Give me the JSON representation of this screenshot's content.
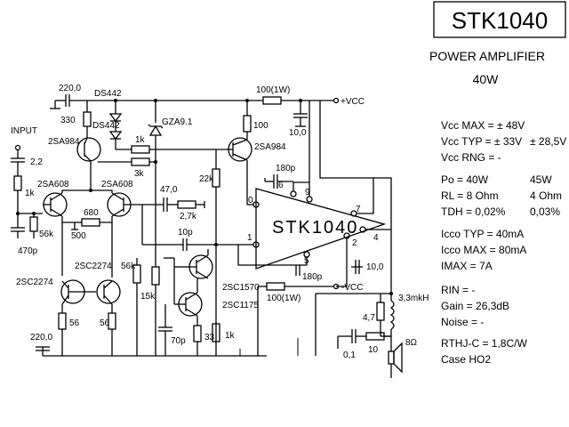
{
  "header": {
    "title": "STK1040",
    "subtitle": "POWER AMPLIFIER",
    "power": "40W"
  },
  "chip": {
    "name": "STK1040",
    "pins": [
      "0",
      "6",
      "9",
      "7",
      "4",
      "2",
      "5",
      "1"
    ]
  },
  "specs": [
    {
      "label": "Vcc MAX = ± 48V",
      "alt": ""
    },
    {
      "label": "Vcc TYP = ± 33V",
      "alt": "± 28,5V"
    },
    {
      "label": "Vcc RNG =  -",
      "alt": ""
    },
    {
      "label": "Po  =  40W",
      "alt": "45W"
    },
    {
      "label": "RL  =  8 Ohm",
      "alt": "4 Ohm"
    },
    {
      "label": "TDH = 0,02%",
      "alt": "0,03%"
    },
    {
      "label": "Icco TYP = 40mA",
      "alt": ""
    },
    {
      "label": "Icco MAX = 80mA",
      "alt": ""
    },
    {
      "label": "IMAX  =   7A",
      "alt": ""
    },
    {
      "label": "RIN  =  -",
      "alt": ""
    },
    {
      "label": "Gain  = 26,3dB",
      "alt": ""
    },
    {
      "label": "Noise =  -",
      "alt": ""
    },
    {
      "label": "RTHJ-C = 1,8C/W",
      "alt": ""
    },
    {
      "label": "Case   HO2",
      "alt": ""
    }
  ],
  "labels": {
    "input": "INPUT",
    "c220_top": "220,0",
    "r330": "330",
    "ds442_a": "DS442",
    "ds442_b": "DS442",
    "gza": "GZA9.1",
    "r1k_top": "1k",
    "r3k": "3k",
    "q_2sa984_l": "2SA984",
    "q_2sa984_r": "2SA984",
    "r100_1w_top": "100(1W)",
    "vcc_pos": "+VCC",
    "c10_top": "10,0",
    "r100": "100",
    "c180p_top": "180p",
    "r22k": "22k",
    "c2_2": "2,2",
    "r1k_in": "1k",
    "q_2sa608_l": "2SA608",
    "q_2sa608_r": "2SA608",
    "c47": "47,0",
    "r2_7k": "2,7k",
    "r680": "680",
    "r56k_in": "56k",
    "r500": "500",
    "c470p": "470p",
    "c10p": "10p",
    "q_2sc2274_m": "2SC2274",
    "q_2sc2274_l": "2SC2274",
    "r56k_mid": "56k",
    "r15k": "15k",
    "r56_l": "56",
    "r56_r": "56",
    "c220_bot": "220,0",
    "q_2sc1570": "2SC1570",
    "q_2sc1175": "2SC1175",
    "c70p": "70p",
    "r33": "33",
    "r1k_bot": "1k",
    "c180p_bot": "180p",
    "r100_1w_bot": "100(1W)",
    "vcc_neg": "-VCC",
    "c10_bot": "10,0",
    "l3_3": "3,3mkH",
    "r4_7": "4,7",
    "c0_1": "0,1",
    "r10": "10",
    "spk": "8Ω"
  }
}
